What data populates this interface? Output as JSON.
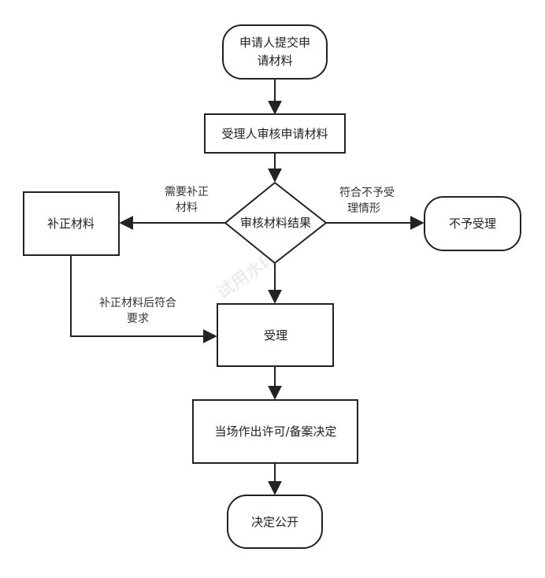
{
  "nodes": {
    "submit": [
      "申请人提交申",
      "请材料"
    ],
    "review": "受理人审核申请材料",
    "decision": "审核材料结果",
    "supplement": "补正材料",
    "reject": "不予受理",
    "accept": "受理",
    "permit": "当场作出许可/备案决定",
    "publish": "决定公开"
  },
  "edges": {
    "need_supplement": [
      "需要补正",
      "材料"
    ],
    "not_eligible": [
      "符合不予受",
      "理情形"
    ],
    "after_supplement": [
      "补正材料后符合",
      "要求"
    ]
  },
  "watermark": "试用水印",
  "colors": {
    "stroke": "#222222",
    "fill": "#ffffff"
  }
}
